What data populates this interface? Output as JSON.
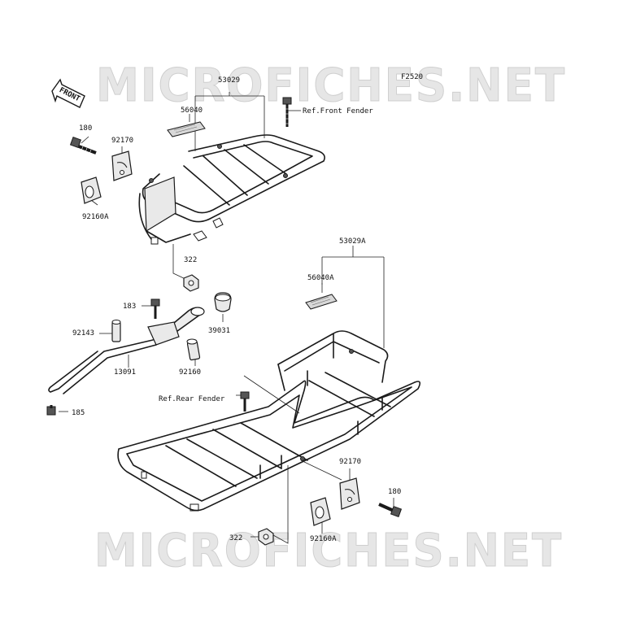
{
  "watermark": {
    "text": "MICROFICHES.NET"
  },
  "figure_code": "F2520",
  "front_arrow": {
    "text": "FRONT"
  },
  "labels": {
    "p53029": "53029",
    "p56040": "56040",
    "ref_front_fender": "Ref.Front Fender",
    "p180_top": "180",
    "p92170_top": "92170",
    "p92160A_top": "92160A",
    "p322_top": "322",
    "p53029A": "53029A",
    "p56040A": "56040A",
    "p183": "183",
    "p39031": "39031",
    "p92143": "92143",
    "p13091": "13091",
    "p92160": "92160",
    "ref_rear_fender": "Ref.Rear Fender",
    "p185": "185",
    "p92170_bottom": "92170",
    "p180_bottom": "180",
    "p92160A_bottom": "92160A",
    "p322_bottom": "322"
  },
  "colors": {
    "line": "#1a1a1a",
    "watermark": "#e6e6e6"
  }
}
